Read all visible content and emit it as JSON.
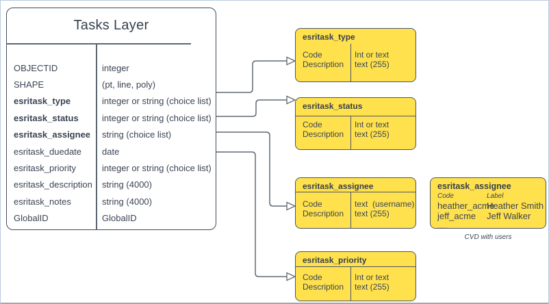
{
  "tasks_layer": {
    "title": "Tasks Layer",
    "rows": [
      {
        "field": "OBJECTID",
        "type": "integer"
      },
      {
        "field": "SHAPE",
        "type": "(pt, line, poly)"
      },
      {
        "field": "esritask_type",
        "type": "integer or string (choice list)"
      },
      {
        "field": "esritask_status",
        "type": "integer or string (choice list)"
      },
      {
        "field": "esritask_assignee",
        "type": "string (choice list)"
      },
      {
        "field": "esritask_duedate",
        "type": "date"
      },
      {
        "field": "esritask_priority",
        "type": "integer or string (choice list)"
      },
      {
        "field": "esritask_description",
        "type": "string (4000)"
      },
      {
        "field": "esritask_notes",
        "type": "string (4000)"
      },
      {
        "field": "GlobalID",
        "type": "GlobalID"
      }
    ]
  },
  "domains": [
    {
      "title": "esritask_type",
      "rows": [
        [
          "Code",
          "Int or text"
        ],
        [
          "Description",
          "text (255)"
        ]
      ]
    },
    {
      "title": "esritask_status",
      "rows": [
        [
          "Code",
          "Int or text"
        ],
        [
          "Description",
          "text (255)"
        ]
      ]
    },
    {
      "title": "esritask_assignee",
      "rows": [
        [
          "Code",
          "text  (username)"
        ],
        [
          "Description",
          "text (255)"
        ]
      ]
    },
    {
      "title": "esritask_priority",
      "rows": [
        [
          "Code",
          "Int or text"
        ],
        [
          "Description",
          "text (255)"
        ]
      ]
    }
  ],
  "cvd": {
    "title": "esritask_assignee",
    "col_headers": [
      "Code",
      "Label"
    ],
    "rows": [
      [
        "heather_acme",
        "Heather Smith"
      ],
      [
        "jeff_acme",
        "Jeff Walker"
      ],
      [
        "....",
        ""
      ]
    ],
    "caption": "CVD with users"
  },
  "colors": {
    "domain_fill": "#FFE14D",
    "shape_border": "#4B5462",
    "text": "#3A4454",
    "connector": "#5F6973",
    "frame_border": "#B7CBDC"
  }
}
